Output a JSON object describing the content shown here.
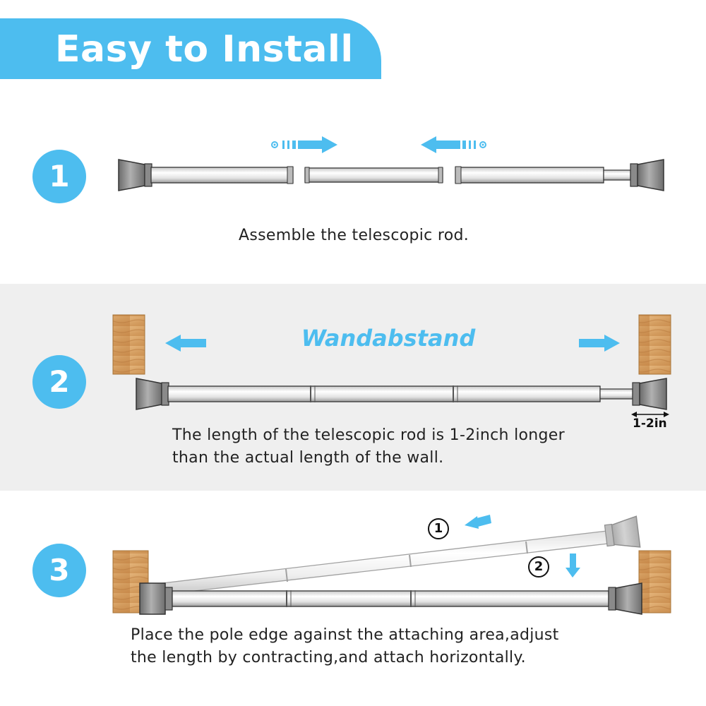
{
  "header": {
    "title": "Easy to Install"
  },
  "steps": [
    {
      "number": "1",
      "caption": "Assemble the telescopic rod."
    },
    {
      "number": "2",
      "label": "Wandabstand",
      "dimension": "1-2in",
      "caption_line1": "The length of the telescopic rod is 1-2inch longer",
      "caption_line2": "than the actual length of the wall."
    },
    {
      "number": "3",
      "sub1": "①",
      "sub2": "②",
      "caption_line1": "Place the pole edge against the attaching area,adjust",
      "caption_line2": "the length by contracting,and attach horizontally."
    }
  ],
  "colors": {
    "accent": "#4dbdef",
    "band": "#efefef",
    "wood": "#d9a76a",
    "rod": "#e6e6e6",
    "cap": "#8a8a8a"
  },
  "icons": [
    "arrow-right-icon",
    "arrow-left-icon",
    "arrow-down-icon",
    "wood-block-icon",
    "rod-end-cap-icon"
  ]
}
